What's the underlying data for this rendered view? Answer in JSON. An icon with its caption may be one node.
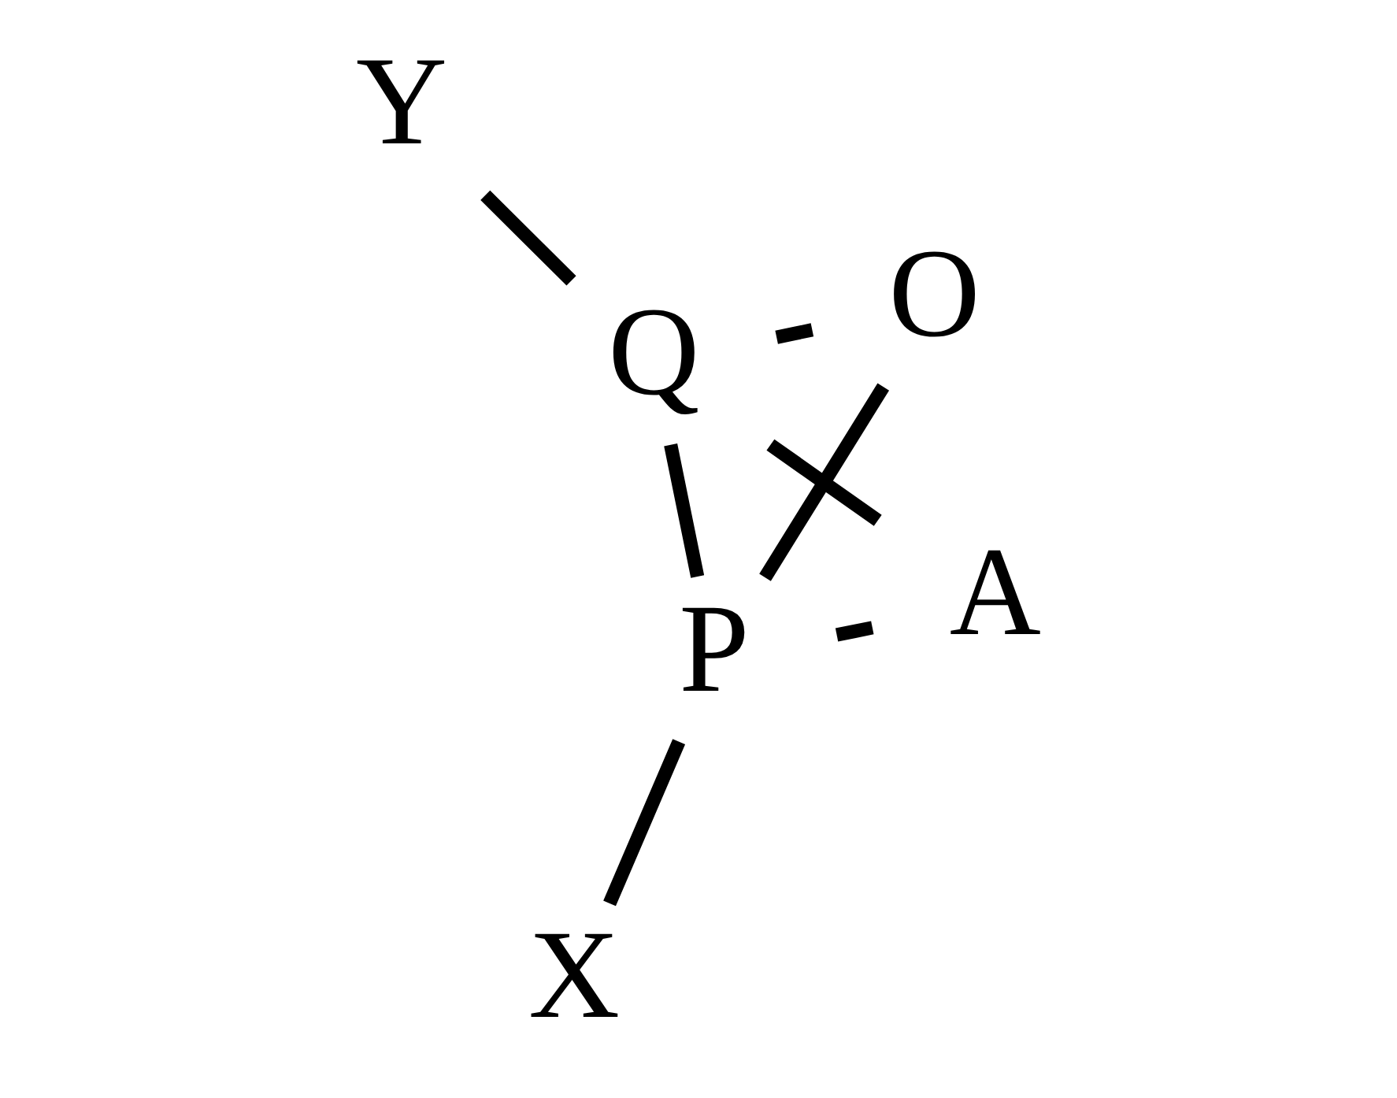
{
  "diagram": {
    "nodes": [
      {
        "text": [
          "X"
        ]
      },
      {
        "text": [
          "A"
        ]
      },
      {
        "text": [
          "P"
        ]
      },
      {
        "text": [
          "O"
        ]
      },
      {
        "text": [
          "Q"
        ]
      },
      {
        "text": [
          "Y"
        ]
      }
    ],
    "edges": [
      {
        "from": 3,
        "to": 2,
        "arrow": "none"
      },
      {
        "from": 2,
        "to": 0,
        "arrow": "none"
      },
      {
        "from": 3,
        "to": 4,
        "arrow": "none"
      },
      {
        "from": 4,
        "to": 5,
        "arrow": "none"
      },
      {
        "from": 2,
        "to": 1,
        "arrow": "none"
      },
      {
        "from": 1,
        "to": 4,
        "arrow": "none"
      },
      {
        "from": 2,
        "to": 4,
        "arrow": "none"
      }
    ]
  }
}
